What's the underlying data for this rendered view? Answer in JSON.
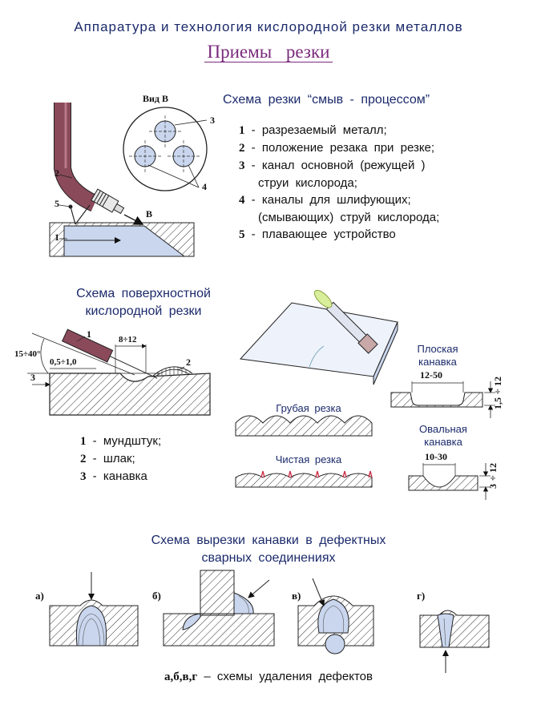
{
  "page": {
    "title": "Аппаратура  и  технология  кислородной  резки  металлов",
    "subtitle": "Приемы резки"
  },
  "section1": {
    "heading": "Схема  резки  “смыв - процессом”",
    "view_label": "Вид  В",
    "label_B": "В",
    "numbers": [
      "1",
      "2",
      "3",
      "4",
      "5"
    ],
    "legend": [
      {
        "num": "1",
        "text": " - разрезаемый  металл;"
      },
      {
        "num": "2",
        "text": " - положение  резака  при  резке;"
      },
      {
        "num": "3",
        "text": " - канал  основной  (режущей )"
      },
      {
        "num": "",
        "text": "струи  кислорода;"
      },
      {
        "num": "4",
        "text": " - каналы  для  шлифующих;"
      },
      {
        "num": "",
        "text": "(смывающих)  струй  кислорода;"
      },
      {
        "num": "5",
        "text": " - плавающее  устройство"
      }
    ]
  },
  "section2": {
    "heading_line1": "Схема  поверхностной",
    "heading_line2": "кислородной  резки",
    "angle": "15÷40°",
    "gap": "0,5÷1,0",
    "span": "8÷12",
    "numbers": [
      "1",
      "2",
      "3"
    ],
    "legend": [
      {
        "num": "1",
        "text": " - мундштук;"
      },
      {
        "num": "2",
        "text": " - шлак;"
      },
      {
        "num": "3",
        "text": " - канавка"
      }
    ]
  },
  "section3": {
    "rough_label": "Грубая  резка",
    "clean_label": "Чистая  резка",
    "flat_title_1": "Плоская",
    "flat_title_2": "канавка",
    "flat_width": "12-50",
    "flat_depth": "1,5÷12",
    "oval_title_1": "Овальная",
    "oval_title_2": "канавка",
    "oval_width": "10-30",
    "oval_depth": "3÷12"
  },
  "section4": {
    "heading_line1": "Схема  вырезки  канавки  в  дефектных",
    "heading_line2": "сварных  соединениях",
    "labels": [
      "а)",
      "б)",
      "в)",
      "г)"
    ],
    "caption_bold": "а,б,в,г",
    "caption_rest": " – схемы  удаления  дефектов"
  },
  "colors": {
    "heading": "#1b2a6b",
    "subtitle": "#7a2a7c",
    "metal_fill": "#c9d6ee",
    "torch": "#8a4a5a",
    "hatch": "#333333",
    "slag_red": "#d0304a"
  }
}
